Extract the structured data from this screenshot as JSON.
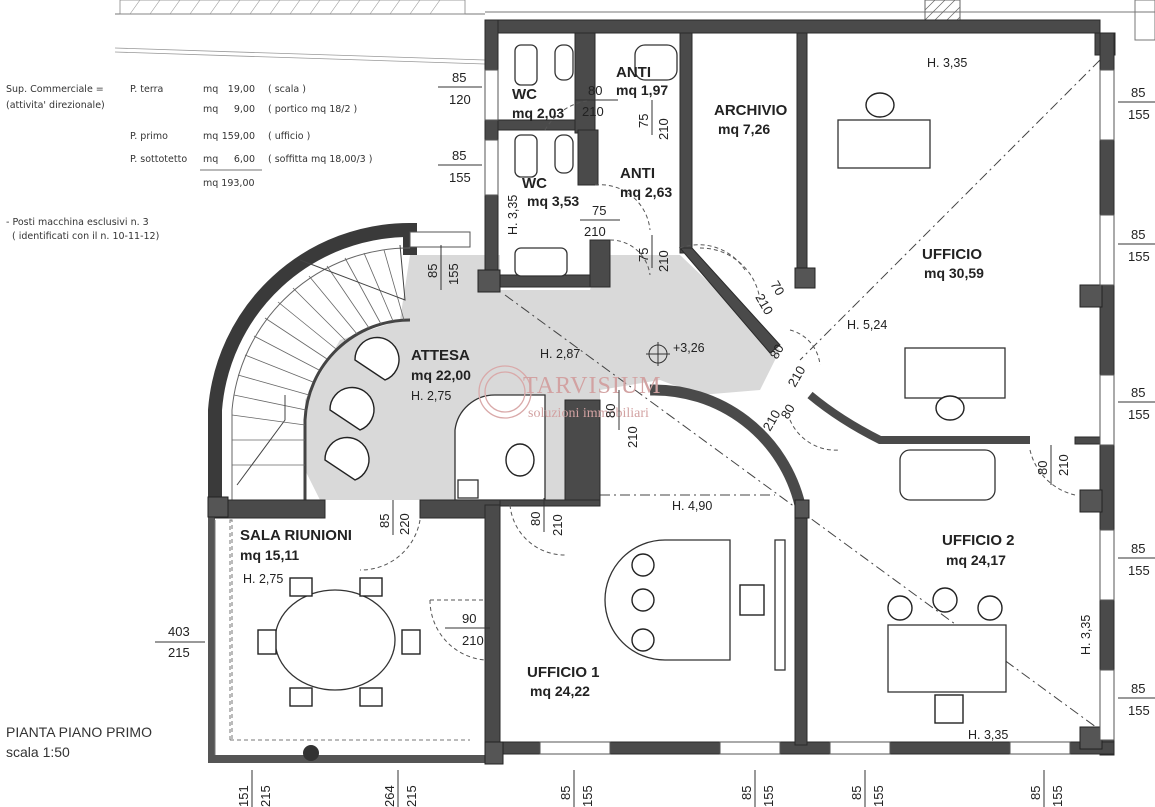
{
  "drawing": {
    "title": "PIANTA PIANO PRIMO",
    "scale": "scala 1:50"
  },
  "watermark": {
    "brand": "TARVISIUM",
    "tagline": "soluzioni immobiliari"
  },
  "legend": {
    "commercial_label": "Sup. Commerciale =",
    "activity_label": "(attivita' direzionale)",
    "rows": [
      {
        "floor": "P. terra",
        "unit": "mq",
        "value": "19,00",
        "note": "( scala )"
      },
      {
        "floor": "",
        "unit": "mq",
        "value": "9,00",
        "note": "( portico mq 18/2 )"
      },
      {
        "floor": "P. primo",
        "unit": "mq",
        "value": "159,00",
        "note": "( ufficio )"
      },
      {
        "floor": "P. sottotetto",
        "unit": "mq",
        "value": "6,00",
        "note": "( soffitta mq 18,00/3 )"
      }
    ],
    "total": "mq 193,00",
    "parking_note_1": "- Posti macchina esclusivi n. 3",
    "parking_note_2": "( identificati con il n. 10-11-12)"
  },
  "rooms": [
    {
      "name": "WC",
      "area": "mq 2,03"
    },
    {
      "name": "ANTI",
      "area": "mq 1,97"
    },
    {
      "name": "WC",
      "area": "mq 3,53"
    },
    {
      "name": "ANTI",
      "area": "mq 2,63"
    },
    {
      "name": "ARCHIVIO",
      "area": "mq 7,26"
    },
    {
      "name": "UFFICIO",
      "area": "mq 30,59"
    },
    {
      "name": "ATTESA",
      "area": "mq 22,00",
      "height": "H. 2,75"
    },
    {
      "name": "SALA RIUNIONI",
      "area": "mq 15,11",
      "height": "H. 2,75"
    },
    {
      "name": "UFFICIO 1",
      "area": "mq 24,22"
    },
    {
      "name": "UFFICIO 2",
      "area": "mq 24,17"
    }
  ],
  "heights": {
    "top": "H. 3,35",
    "right": "H. 3,35",
    "bottom_right": "H. 3,35",
    "wc_side": "H. 3,35",
    "corridor": "H. 2,87",
    "center": "H. 5,24",
    "lower": "H. 4,90",
    "level": "+3,26"
  },
  "openings": {
    "wc1_window": [
      "85",
      "120"
    ],
    "wc2_window": [
      "85",
      "155"
    ],
    "stair_window": [
      "85",
      "155"
    ],
    "wc1_door": [
      "80",
      "210"
    ],
    "anti1_door": [
      "75",
      "210"
    ],
    "wc2_door": [
      "75",
      "210"
    ],
    "anti2_door": [
      "75",
      "210"
    ],
    "archivio_door": [
      "70",
      "210"
    ],
    "ufficio_door": [
      "80",
      "210"
    ],
    "ufficio2_door": [
      "80",
      "210"
    ],
    "ufficio2_side_door": [
      "80",
      "210"
    ],
    "corridor_door": [
      "80",
      "210"
    ],
    "sala_door": [
      "85",
      "220"
    ],
    "u1_door_a": [
      "80",
      "210"
    ],
    "u1_door_b": [
      "90",
      "210"
    ],
    "left_window": [
      "403",
      "215"
    ],
    "right_windows": [
      [
        "85",
        "155"
      ],
      [
        "85",
        "155"
      ],
      [
        "85",
        "155"
      ],
      [
        "85",
        "155"
      ],
      [
        "85",
        "155"
      ]
    ],
    "bottom": [
      "151",
      "215",
      "264",
      "215",
      "85",
      "155",
      "85",
      "155",
      "85",
      "155",
      "85",
      "155"
    ]
  }
}
